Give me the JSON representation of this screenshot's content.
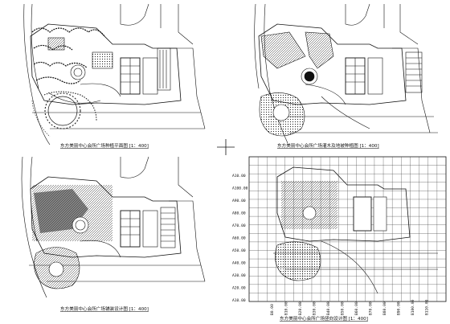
{
  "sheet": {
    "panels": [
      {
        "id": "top-left",
        "caption": "东方美丽中心会所广场种植平面图 [1：400]"
      },
      {
        "id": "top-right",
        "caption": "东方美丽中心会所广场灌木及地被种植图 [1：400]"
      },
      {
        "id": "bottom-left",
        "caption": "东方美丽中心会所广场铺装设计图 [1：400]"
      },
      {
        "id": "bottom-right",
        "caption": "东方美丽中心会所广场竖向设计图 [1：400]",
        "grid_y_labels": [
          "A10.00",
          "A100.00",
          "A90.00",
          "A80.00",
          "A70.00",
          "A60.00",
          "A50.00",
          "A40.00",
          "A30.00",
          "A20.00",
          "A10.00"
        ],
        "grid_x_labels": [
          "B0.00",
          "B10.00",
          "B20.00",
          "B30.00",
          "B40.00",
          "B50.00",
          "B60.00",
          "B70.00",
          "B80.00",
          "B90.00",
          "B100.00",
          "B110.00"
        ]
      }
    ]
  }
}
